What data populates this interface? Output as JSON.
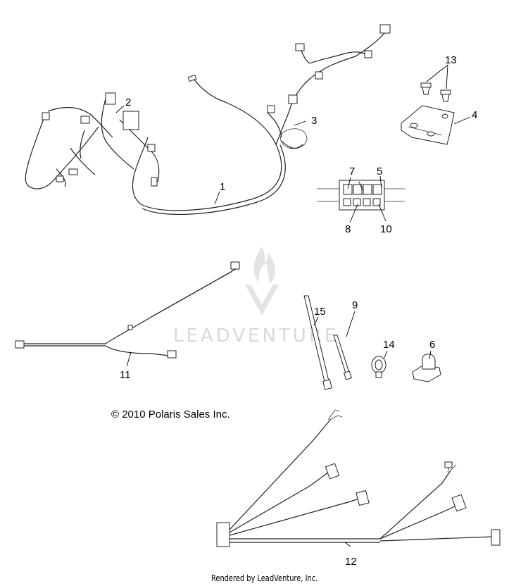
{
  "callouts": {
    "c1": "1",
    "c2": "2",
    "c3": "3",
    "c4": "4",
    "c5": "5",
    "c6": "6",
    "c7": "7",
    "c8": "8",
    "c9": "9",
    "c10": "10",
    "c11": "11",
    "c12": "12",
    "c13": "13",
    "c14": "14",
    "c15": "15"
  },
  "watermark": {
    "brand": "LEADVENTURE"
  },
  "copyright": "© 2010 Polaris Sales Inc.",
  "rendered_by": "Rendered by LeadVenture, Inc."
}
